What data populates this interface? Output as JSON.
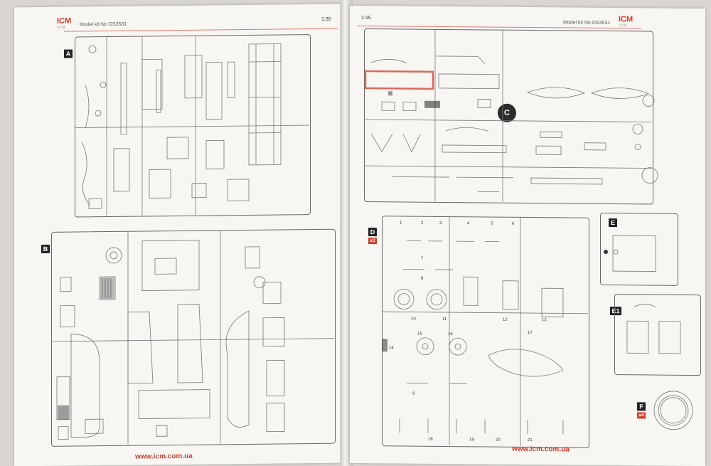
{
  "header": {
    "brand": "ICM",
    "brand_sub": "IСМ",
    "kit_label": "Model kit No DS3531",
    "scale": "1:35"
  },
  "footer": {
    "url": "www.icm.com.ua"
  },
  "sprues": {
    "A": {
      "label": "A"
    },
    "B": {
      "label": "B"
    },
    "C": {
      "label": "C"
    },
    "D": {
      "label": "D",
      "mult": "x2",
      "parts": [
        "1",
        "2",
        "3",
        "4",
        "5",
        "6",
        "7",
        "8",
        "9",
        "10",
        "11",
        "12",
        "13",
        "14",
        "15",
        "16",
        "17",
        "18",
        "19",
        "20",
        "21"
      ]
    },
    "E": {
      "label": "E"
    },
    "E1": {
      "label": "E1"
    },
    "F": {
      "label": "F",
      "mult": "x4"
    }
  },
  "colors": {
    "accent": "#d23c2c",
    "line": "#555555",
    "paper": "#f7f6f3"
  }
}
